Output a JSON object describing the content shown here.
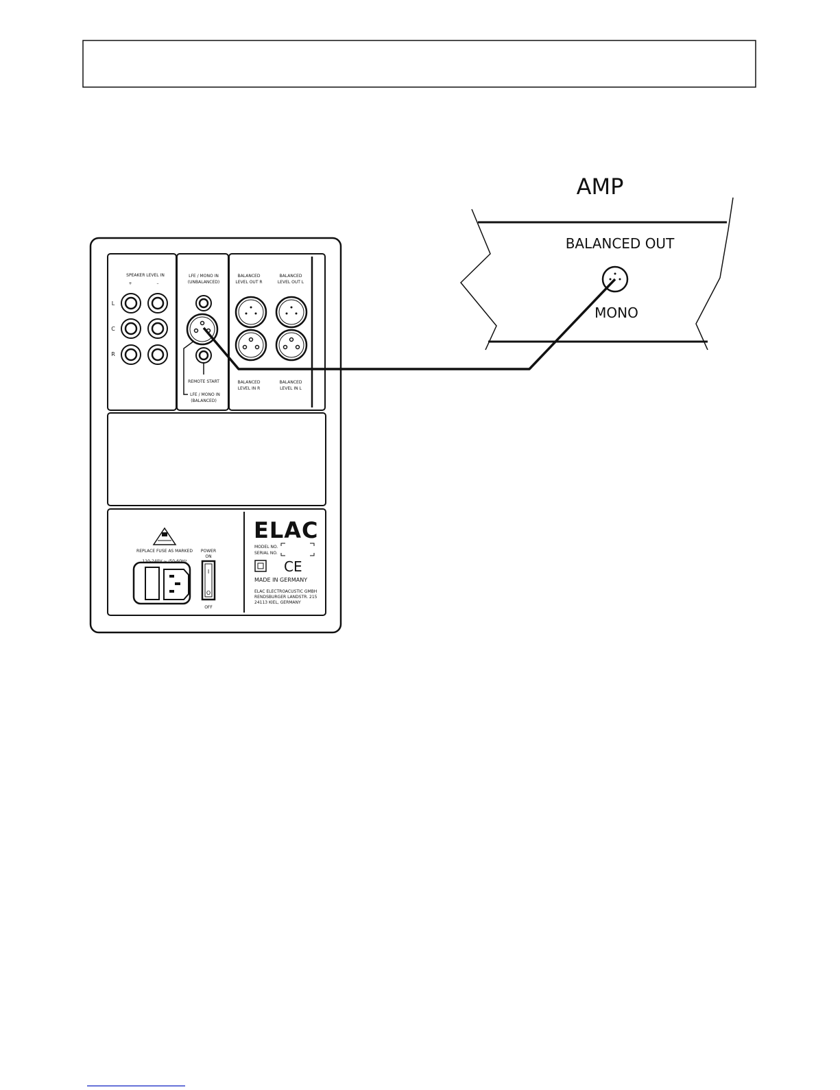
{
  "amp": {
    "title": "AMP",
    "output_label": "BALANCED OUT",
    "channel_label": "MONO"
  },
  "subwoofer": {
    "speaker_level": {
      "title": "SPEAKER LEVEL IN",
      "plus": "+",
      "minus": "–",
      "rows": [
        "L",
        "C",
        "R"
      ]
    },
    "lfe": {
      "unbalanced_line1": "LFE / MONO IN",
      "unbalanced_line2": "(UNBALANCED)",
      "remote": "REMOTE START",
      "balanced_line1": "LFE / MONO IN",
      "balanced_line2": "(BALANCED)"
    },
    "balanced": {
      "out_r_line1": "BALANCED",
      "out_r_line2": "LEVEL OUT R",
      "out_l_line1": "BALANCED",
      "out_l_line2": "LEVEL OUT L",
      "in_r_line1": "BALANCED",
      "in_r_line2": "LEVEL IN R",
      "in_l_line1": "BALANCED",
      "in_l_line2": "LEVEL IN L"
    },
    "power": {
      "warning_line1": "REPLACE FUSE AS MARKED",
      "voltage": "110-240V ~ /50-60Hz",
      "switch_on_line1": "POWER",
      "switch_on_line2": "ON",
      "switch_i": "I",
      "switch_o": "O",
      "switch_off": "OFF"
    },
    "label": {
      "brand": "ELAC",
      "model_no": "MODEL NO.",
      "serial_no": "SERIAL NO.",
      "ce_mark": "CE",
      "made_in": "MADE IN GERMANY",
      "addr1": "ELAC ELECTROACUSTIC GMBH",
      "addr2": "RENDSBURGER LANDSTR. 215",
      "addr3": "24113 KIEL, GERMANY"
    }
  }
}
